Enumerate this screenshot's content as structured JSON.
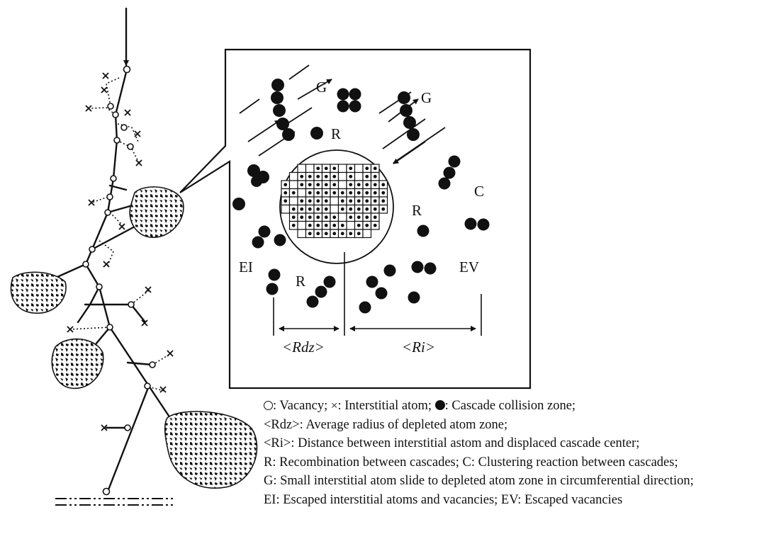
{
  "inset_labels": {
    "g_left": "G",
    "g_right": "G",
    "r_top": "R",
    "r_mid": "R",
    "r_bottom": "R",
    "c": "C",
    "ei": "EI",
    "ev": "EV",
    "rdz": "<Rdz>",
    "ri": "<Ri>"
  },
  "legend": {
    "line1_vacancy": ": Vacancy;",
    "line1_interstitial": ": Interstitial atom;",
    "line1_cascade": ": Cascade collision zone;",
    "line2": "<Rdz>: Average radius of depleted atom zone;",
    "line3": "<Ri>: Distance between interstitial astom and displaced cascade center;",
    "line4": "R: Recombination between cascades;  C: Clustering reaction between cascades;",
    "line5": "G: Small interstitial atom slide to depleted atom zone in circumferential direction;",
    "line6": "EI: Escaped interstitial atoms and vacancies;  EV: Escaped vacancies"
  },
  "icons": {
    "vacancy": "open-circle-icon",
    "interstitial": "cross-icon",
    "cascade": "filled-circle-icon"
  }
}
